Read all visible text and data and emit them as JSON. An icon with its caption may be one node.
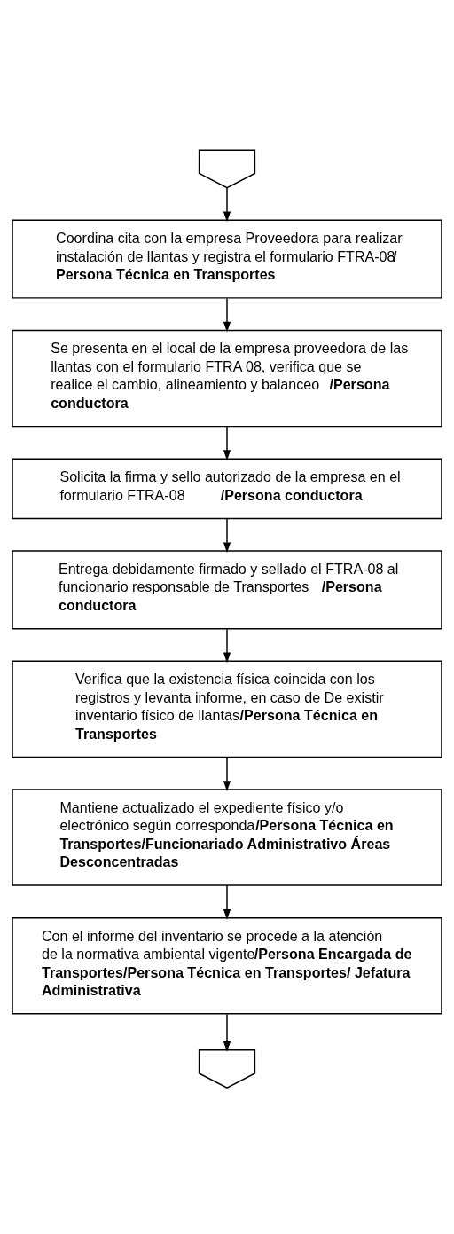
{
  "diagram": {
    "nodes": [
      {
        "text": [],
        "shape": "pentagon"
      },
      {
        "text": [
          "Coordina cita con la empresa Proveedora para realizar instalación de llantas y registra el formulario FTRA-08**/ Persona Técnica en Transportes**"
        ]
      },
      {
        "text": [
          "Se presenta en el local de la empresa proveedora de las llantas con el formulario FTRA 08, verifica que se realice el cambio, alineamiento y balanceo**/Persona conductora**"
        ]
      },
      {
        "text": [
          "Solicita la firma y sello autorizado de la empresa en el formulario FTRA-08**/Persona conductora**"
        ]
      },
      {
        "text": [
          "Entrega debidamente firmado y sellado el FTRA-08 al funcionario responsable de Transportes**/Persona conductora**"
        ]
      },
      {
        "text": [
          "Verifica que la existencia física coincida con los registros y levanta informe, en caso de De existir inventario físico de llantas**/Persona Técnica en Transportes**"
        ]
      },
      {
        "text": [
          "Mantiene actualizado el expediente físico y/o electrónico según corresponda**/Persona Técnica en Transportes/Funcionariado Administrativo Áreas Desconcentradas**"
        ]
      },
      {
        "text": [
          "Con el informe del inventario se procede a la atención de la normativa ambiental vigente**/Persona Encargada de Transportes/Persona Técnica en Transportes/ Jefatura Administrativa**"
        ]
      },
      {
        "text": [],
        "shape": "pentagon"
      }
    ],
    "edges": [
      {
        "from": 0,
        "to": 1,
        "arrow": "to"
      },
      {
        "from": 1,
        "to": 2,
        "arrow": "to"
      },
      {
        "from": 2,
        "to": 3,
        "arrow": "to"
      },
      {
        "from": 3,
        "to": 4,
        "arrow": "to"
      },
      {
        "from": 4,
        "to": 5,
        "arrow": "to"
      },
      {
        "from": 5,
        "to": 6,
        "arrow": "to"
      },
      {
        "from": 6,
        "to": 7,
        "arrow": "to"
      },
      {
        "from": 7,
        "to": 8,
        "arrow": "to"
      }
    ]
  }
}
